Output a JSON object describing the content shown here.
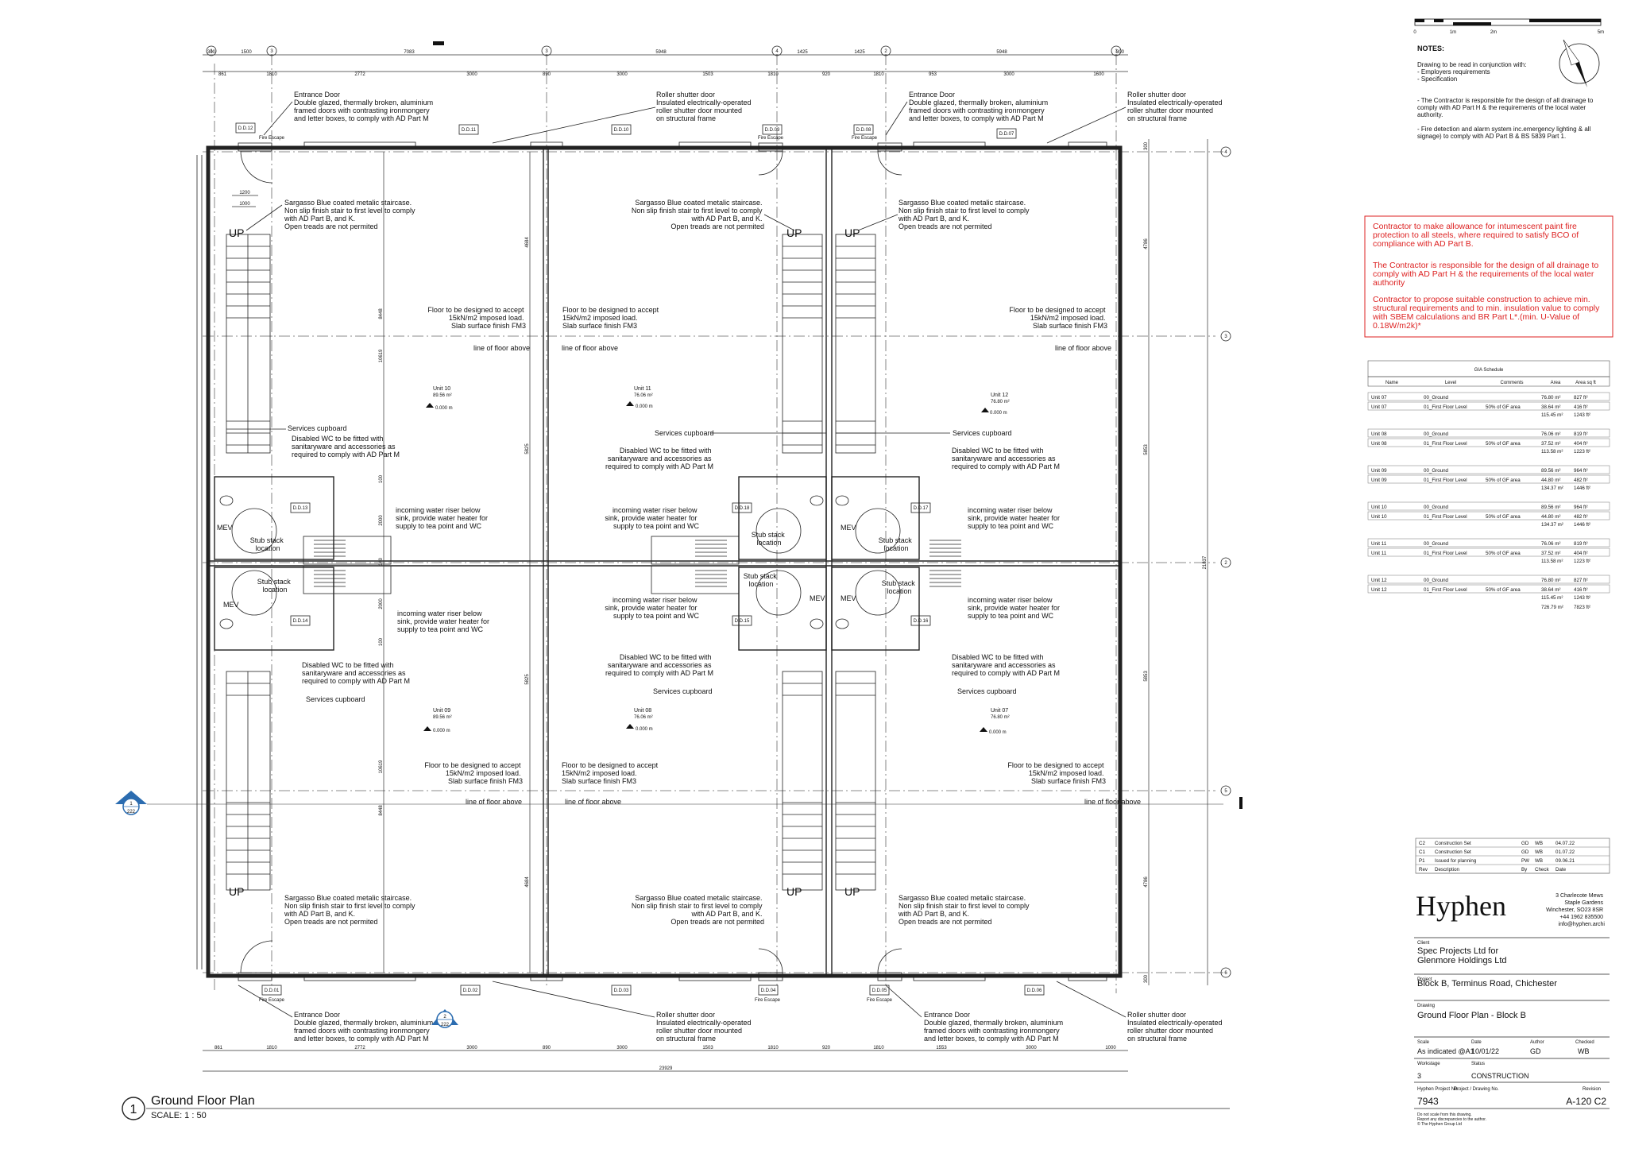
{
  "drawing": {
    "title": "Ground Floor Plan",
    "scale": "SCALE:  1 : 50",
    "view_number": "1"
  },
  "grid": {
    "columns": [
      "1",
      "3",
      "4",
      "2",
      "1"
    ],
    "rows": [
      "4",
      "3",
      "2",
      "5",
      "6"
    ]
  },
  "dims": {
    "top1": [
      "300",
      "1500",
      "7083",
      "5948",
      "1425",
      "1425",
      "5948",
      "300"
    ],
    "top2": [
      "861",
      "1810",
      "2772",
      "3000",
      "890",
      "3000",
      "1503",
      "1810",
      "920",
      "1810",
      "953",
      "3000",
      "1600"
    ],
    "bottom1": [
      "861",
      "1810",
      "2772",
      "3000",
      "890",
      "3000",
      "1503",
      "1810",
      "920",
      "1810",
      "1553",
      "3000",
      "1000"
    ],
    "bottom_total": "23929",
    "right_total": "21837",
    "right_segments": [
      "300",
      "4786",
      "5853",
      "5853",
      "4786",
      "300"
    ],
    "left_1200": "1200",
    "left_1000": "1000",
    "inner_v": [
      "8448",
      "10619",
      "100",
      "2000",
      "140",
      "2000",
      "100",
      "10619",
      "8448"
    ],
    "inner_v2": [
      "4684",
      "5825",
      "5825",
      "4684"
    ]
  },
  "units": [
    {
      "name": "Unit 10",
      "area": "89.56 m²",
      "level": "0.000 m"
    },
    {
      "name": "Unit 11",
      "area": "76.06 m²",
      "level": "0.000 m"
    },
    {
      "name": "Unit 12",
      "area": "76.80 m²",
      "level": "0.000 m"
    },
    {
      "name": "Unit 09",
      "area": "89.56 m²",
      "level": "0.000 m"
    },
    {
      "name": "Unit 08",
      "area": "76.06 m²",
      "level": "0.000 m"
    },
    {
      "name": "Unit 07",
      "area": "76.80 m²",
      "level": "0.000 m"
    }
  ],
  "doors": {
    "top": [
      "D.D.12",
      "D.D.11",
      "D.D.10",
      "D.D.09",
      "D.D.08",
      "D.D.07"
    ],
    "bottom": [
      "D.D.01",
      "D.D.02",
      "D.D.03",
      "D.D.04",
      "D.D.05",
      "D.D.06"
    ],
    "wc": [
      "D.D.13",
      "D.D.14",
      "D.D.18",
      "D.D.15",
      "D.D.17",
      "D.D.16"
    ],
    "fire_escape": "Fire Escape"
  },
  "annotations": {
    "entrance_door": [
      "Entrance Door",
      "Double glazed, thermally broken, aluminium",
      "framed doors with contrasting ironmongery",
      "and letter boxes, to comply with AD Part M"
    ],
    "roller_door": [
      "Roller shutter door",
      "Insulated electrically-operated",
      "roller shutter door mounted",
      "on structural frame"
    ],
    "staircase": [
      "Sargasso Blue coated metalic staircase.",
      "Non slip finish stair to first level to comply",
      "with AD Part B, and K.",
      "Open treads are not permited"
    ],
    "floor": [
      "Floor to be designed to accept",
      "15kN/m2 imposed load.",
      "Slab surface finish FM3"
    ],
    "line_floor_above": "line of floor above",
    "services": "Services cupboard",
    "disabled_wc": [
      "Disabled WC to be fitted with",
      "sanitaryware and accessories as",
      "required to comply with AD Part M"
    ],
    "water_riser": [
      "incoming water riser below",
      "sink, provide water heater for",
      "supply to tea point and WC"
    ],
    "stub_stack": [
      "Stub stack",
      "location"
    ],
    "mev": "MEV",
    "up": "UP"
  },
  "section_markers": [
    {
      "num": "1",
      "sheet": "222"
    },
    {
      "num": "2",
      "sheet": "222"
    }
  ],
  "scale_bar": [
    "0",
    "1m",
    "2m",
    "5m"
  ],
  "notes": {
    "heading": "NOTES:",
    "lines": [
      "Drawing to be read in conjunction with:",
      "- Employers requirements",
      "- Specification",
      "",
      "- The Contractor is responsible for the design of all drainage to",
      "comply with AD Part H & the requirements of the local water",
      "authority.",
      "",
      "- Fire detection and alarm system inc.emergency lighting & all",
      "signage) to comply with AD Part B & BS 5839 Part 1."
    ]
  },
  "red_notes": [
    [
      "Contractor to make allowance for intumescent paint fire",
      "protection to all steels, where required to satisfy BCO of",
      "compliance with AD Part B."
    ],
    [
      "The Contractor is responsible for the design of all drainage to",
      "comply with AD Part H & the requirements of the local water",
      "authority"
    ],
    [
      "Contractor to propose suitable construction to achieve min.",
      "structural requirements and to min. insulation value to comply",
      "with SBEM calculations and BR Part L*.(min. U-Value of",
      "0.18W/m2k)*"
    ]
  ],
  "gia": {
    "title": "GIA Schedule",
    "headers": [
      "Name",
      "Level",
      "Comments",
      "Area",
      "Area sq ft"
    ],
    "groups": [
      {
        "rows": [
          [
            "Unit 07",
            "00_Ground",
            "",
            "76.80 m²",
            "827 ft²"
          ],
          [
            "Unit 07",
            "01_First Floor Level",
            "50% of GF area",
            "38.64 m²",
            "416 ft²"
          ]
        ],
        "sum": [
          "115.45 m²",
          "1243 ft²"
        ]
      },
      {
        "rows": [
          [
            "Unit 08",
            "00_Ground",
            "",
            "76.06 m²",
            "819 ft²"
          ],
          [
            "Unit 08",
            "01_First Floor Level",
            "50% of GF area",
            "37.52 m²",
            "404 ft²"
          ]
        ],
        "sum": [
          "113.58 m²",
          "1223 ft²"
        ]
      },
      {
        "rows": [
          [
            "Unit 09",
            "00_Ground",
            "",
            "89.56 m²",
            "964 ft²"
          ],
          [
            "Unit 09",
            "01_First Floor Level",
            "50% of GF area",
            "44.80 m²",
            "482 ft²"
          ]
        ],
        "sum": [
          "134.37 m²",
          "1446 ft²"
        ]
      },
      {
        "rows": [
          [
            "Unit 10",
            "00_Ground",
            "",
            "89.56 m²",
            "964 ft²"
          ],
          [
            "Unit 10",
            "01_First Floor Level",
            "50% of GF area",
            "44.80 m²",
            "482 ft²"
          ]
        ],
        "sum": [
          "134.37 m²",
          "1446 ft²"
        ]
      },
      {
        "rows": [
          [
            "Unit 11",
            "00_Ground",
            "",
            "76.06 m²",
            "819 ft²"
          ],
          [
            "Unit 11",
            "01_First Floor Level",
            "50% of GF area",
            "37.52 m²",
            "404 ft²"
          ]
        ],
        "sum": [
          "113.58 m²",
          "1223 ft²"
        ]
      },
      {
        "rows": [
          [
            "Unit 12",
            "00_Ground",
            "",
            "76.80 m²",
            "827 ft²"
          ],
          [
            "Unit 12",
            "01_First Floor Level",
            "50% of GF area",
            "38.64 m²",
            "416 ft²"
          ]
        ],
        "sum": [
          "115.45 m²",
          "1243 ft²"
        ]
      }
    ],
    "total": [
      "726.79 m²",
      "7823 ft²"
    ]
  },
  "revisions": [
    [
      "C2",
      "Construction Set",
      "GD",
      "WB",
      "04.07.22"
    ],
    [
      "C1",
      "Construction Set",
      "GD",
      "WB",
      "01.07.22"
    ],
    [
      "P1",
      "Issued for planning",
      "PW",
      "WB",
      "09.06.21"
    ],
    [
      "Rev",
      "Description",
      "By",
      "Check",
      "Date"
    ]
  ],
  "titleblock": {
    "brand": "Hyphen",
    "address": [
      "3 Charlecote Mews",
      "Staple Gardens",
      "Winchester, SO23 8SR",
      "+44 1962 835500",
      "info@hyphen.archi"
    ],
    "client_label": "Client",
    "client": [
      "Spec Projects Ltd for",
      "Glenmore Holdings Ltd"
    ],
    "project_label": "Project",
    "project": "Block B, Terminus Road, Chichester",
    "drawing_label": "Drawing",
    "drawing": "Ground Floor Plan - Block B",
    "scale_label": "Scale",
    "scale": "As indicated @A1",
    "date_label": "Date",
    "date": "10/01/22",
    "author_label": "Author",
    "author": "GD",
    "checked_label": "Checked",
    "checked": "WB",
    "workstage_label": "Workstage",
    "workstage": "3",
    "status_label": "Status",
    "status": "CONSTRUCTION",
    "projno_label": "Hyphen Project No.",
    "drawno_label": "Project / Drawing No.",
    "rev_label": "Revision",
    "projno": "7943",
    "drawno": "A-120 C2",
    "disclaimer": [
      "Do not scale from this drawing.",
      "Report any discrepancies to the author.",
      "© The Hyphen Group Ltd"
    ]
  }
}
